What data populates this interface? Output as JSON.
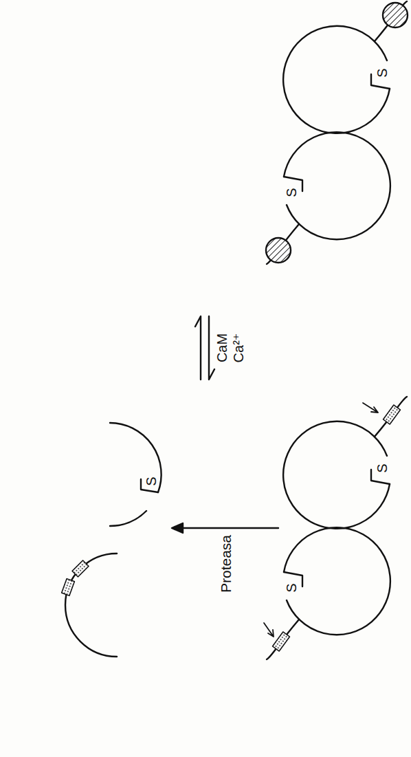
{
  "diagram": {
    "labels": [
      "S",
      "S",
      "CaM",
      "Ca²⁺",
      "S",
      "S",
      "Proteasa",
      "S"
    ]
  }
}
